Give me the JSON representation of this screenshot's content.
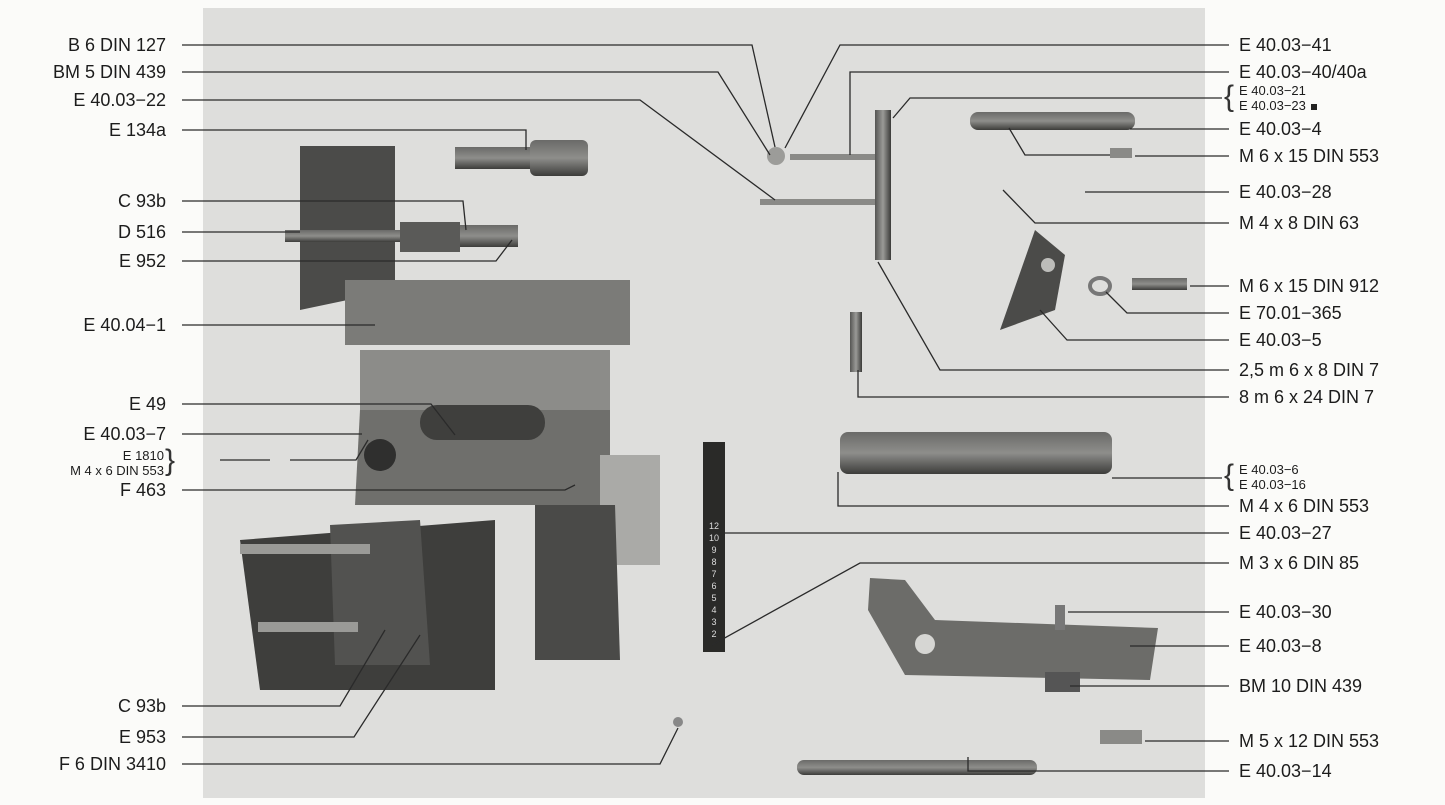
{
  "left_labels": [
    "B 6 DIN 127",
    "BM 5 DIN 439",
    "E 40.03−22",
    "E 134a",
    "C 93b",
    "D 516",
    "E 952",
    "E 40.04−1",
    "E 49",
    "E 40.03−7",
    "E 1810",
    "M 4 x 6 DIN 553",
    "F 463",
    "C 93b",
    "E 953",
    "F 6 DIN 3410"
  ],
  "right_labels": [
    "E 40.03−41",
    "E 40.03−40/40a",
    "E 40.03−21",
    "E 40.03−23",
    "E 40.03−4",
    "M 6 x 15 DIN 553",
    "E 40.03−28",
    "M 4 x 8 DIN 63",
    "M 6 x 15 DIN 912",
    "E 70.01−365",
    "E 40.03−5",
    "2,5 m 6 x 8 DIN 7",
    "8 m 6 x 24 DIN 7",
    "E 40.03−6",
    "E 40.03−16",
    "M 4 x 6 DIN 553",
    "E 40.03−27",
    "M 3 x 6 DIN 85",
    "E 40.03−30",
    "E 40.03−8",
    "BM 10 DIN 439",
    "M 5 x 12 DIN 553",
    "E 40.03−14"
  ],
  "scale_marks": [
    "12",
    "10",
    "9",
    "8",
    "7",
    "6",
    "5",
    "4",
    "3",
    "2"
  ]
}
